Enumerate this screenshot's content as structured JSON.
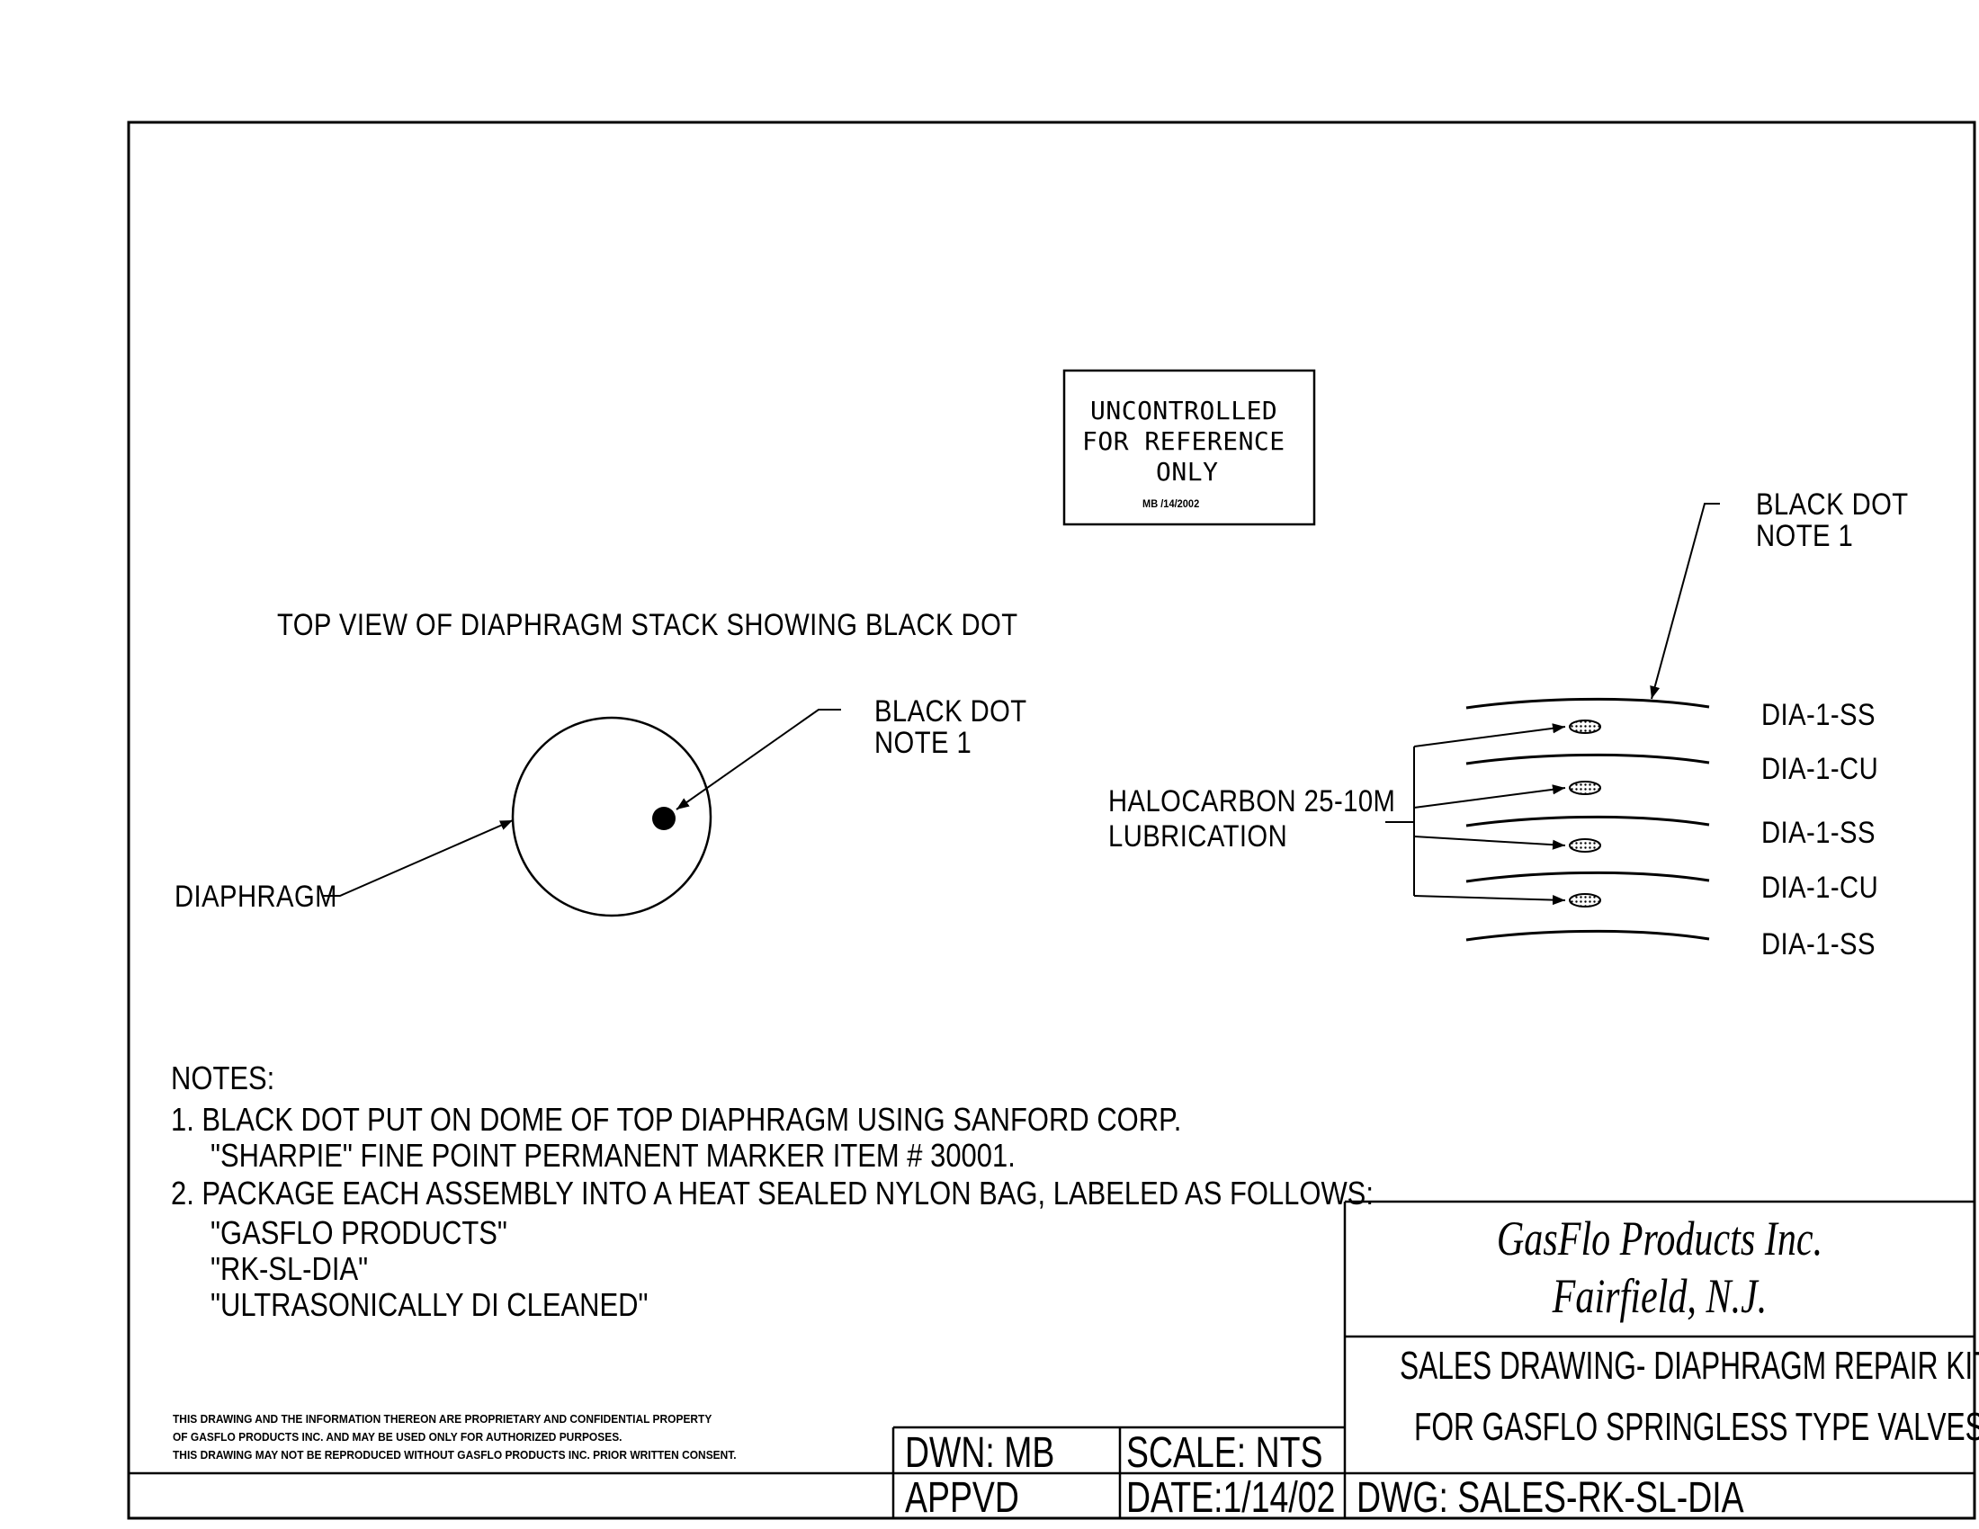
{
  "stamp": {
    "line1": "UNCONTROLLED",
    "line2": "FOR REFERENCE",
    "line3": "ONLY",
    "line4": "MB /14/2002"
  },
  "top_view": {
    "title": "TOP VIEW OF DIAPHRAGM STACK SHOWING BLACK DOT",
    "callout_line1": "BLACK DOT",
    "callout_line2": "NOTE 1",
    "diaphragm_label": "DIAPHRAGM"
  },
  "stack": {
    "callout_line1": "BLACK DOT",
    "callout_line2": "NOTE 1",
    "lubrication_line1": "HALOCARBON 25-10M",
    "lubrication_line2": "LUBRICATION",
    "layers": [
      "DIA-1-SS",
      "DIA-1-CU",
      "DIA-1-SS",
      "DIA-1-CU",
      "DIA-1-SS"
    ]
  },
  "notes": {
    "heading": "NOTES:",
    "n1a": "1. BLACK DOT PUT ON DOME OF TOP DIAPHRAGM USING SANFORD CORP.",
    "n1b": "\"SHARPIE\" FINE POINT PERMANENT MARKER ITEM # 30001.",
    "n2a": "2. PACKAGE EACH ASSEMBLY INTO A HEAT SEALED NYLON BAG, LABELED AS FOLLOWS:",
    "n2b": "\"GASFLO PRODUCTS\"",
    "n2c": "\"RK-SL-DIA\"",
    "n2d": "\"ULTRASONICALLY DI CLEANED\""
  },
  "disclaimer": {
    "l1": "THIS DRAWING AND THE INFORMATION THEREON ARE PROPRIETARY AND CONFIDENTIAL PROPERTY",
    "l2": "OF GASFLO PRODUCTS INC. AND MAY BE USED ONLY FOR AUTHORIZED PURPOSES.",
    "l3": "THIS DRAWING MAY NOT BE REPRODUCED WITHOUT GASFLO PRODUCTS INC. PRIOR WRITTEN CONSENT."
  },
  "title_block": {
    "company": "GasFlo Products Inc.",
    "location": "Fairfield, N.J.",
    "title1": "SALES DRAWING- DIAPHRAGM REPAIR KIT",
    "title2": "FOR GASFLO SPRINGLESS TYPE VALVES",
    "dwn": "DWN: MB",
    "scale": "SCALE: NTS",
    "appvd": "APPVD",
    "date": "DATE:1/14/02",
    "dwg": "DWG: SALES-RK-SL-DIA"
  }
}
